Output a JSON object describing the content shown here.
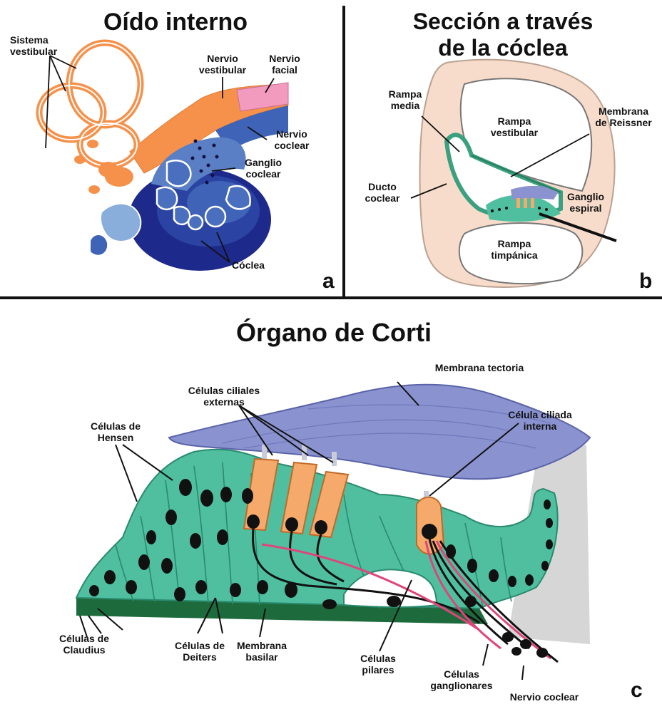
{
  "panel_a": {
    "title": "Oído interno",
    "letter": "a",
    "labels": {
      "sistema_vestibular": "Sistema vestibular",
      "nervio_vestibular": "Nervio vestibular",
      "nervio_facial": "Nervio facial",
      "nervio_coclear": "Nervio coclear",
      "ganglio_coclear": "Ganglio coclear",
      "coclea": "Cóclea"
    }
  },
  "panel_b": {
    "title_line1": "Sección a través",
    "title_line2": "de la cóclea",
    "letter": "b",
    "labels": {
      "rampa_media": "Rampa media",
      "rampa_vestibular": "Rampa vestibular",
      "membrana_reissner": "Membrana de Reissner",
      "ducto_coclear": "Ducto coclear",
      "ganglio_espiral": "Ganglio espiral",
      "rampa_timpanica": "Rampa timpánica"
    }
  },
  "panel_c": {
    "title": "Órgano de Corti",
    "letter": "c",
    "labels": {
      "membrana_tectoria": "Membrana tectoria",
      "celulas_ciliales_externas": "Células ciliales externas",
      "celula_ciliada_interna": "Célula ciliada interna",
      "celulas_hensen": "Células de Hensen",
      "celulas_claudius": "Células de Claudius",
      "celulas_deiters": "Células de Deiters",
      "membrana_basilar": "Membrana basilar",
      "celulas_pilares": "Células pilares",
      "celulas_ganglionares": "Células ganglionares",
      "nervio_coclear": "Nervio coclear"
    }
  },
  "colors": {
    "vestibular_orange": "#f5914a",
    "cochlea_dark": "#1d2a8c",
    "cochlea_mid": "#3f63b6",
    "facial_pink": "#f39bbf",
    "bone_peach": "#f8dccb",
    "organ_green": "#4fbf9f",
    "tectorial_blue": "#8a93cf",
    "hair_cell_orange": "#f5a96a",
    "basilar_green": "#1d6b3d",
    "nerve_pink": "#e0457a"
  }
}
